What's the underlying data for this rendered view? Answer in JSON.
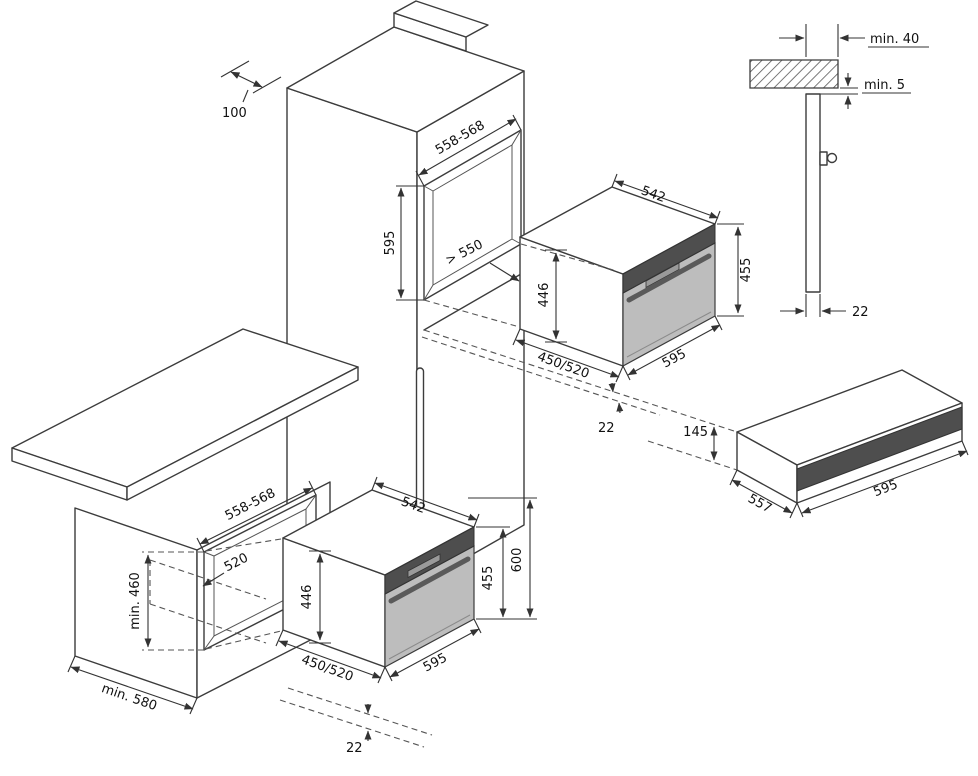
{
  "tall_unit": {
    "wall_offset": "100",
    "niche_width": "558-568",
    "niche_height": "595",
    "niche_depth": "> 550"
  },
  "upper_oven": {
    "width": "542",
    "body_height": "446",
    "front_height": "455",
    "front_width": "595",
    "depth": "450/520",
    "front_offset": "22"
  },
  "warming_drawer": {
    "height": "145",
    "depth": "557",
    "width": "595"
  },
  "wall_detail": {
    "min_overhang": "min. 40",
    "min_gap": "min. 5",
    "panel_thickness": "22"
  },
  "base_unit": {
    "niche_width": "558-568",
    "niche_depth": "520",
    "min_niche_height": "min. 460",
    "min_depth": "min. 580"
  },
  "lower_oven": {
    "width": "542",
    "body_height": "446",
    "front_height": "455",
    "worktop_height": "600",
    "front_width": "595",
    "depth": "450/520",
    "front_offset": "22"
  }
}
